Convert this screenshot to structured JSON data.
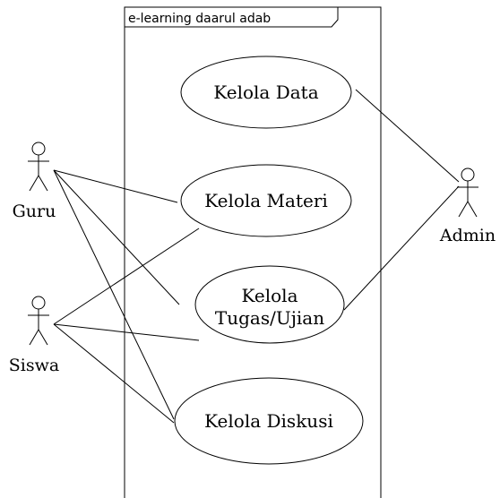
{
  "system": {
    "title": "e-learning daarul adab"
  },
  "actors": {
    "guru": "Guru",
    "siswa": "Siswa",
    "admin": "Admin"
  },
  "use_cases": {
    "kelola_data": "Kelola Data",
    "kelola_materi": "Kelola Materi",
    "kelola_tugas_line1": "Kelola",
    "kelola_tugas_line2": "Tugas/Ujian",
    "kelola_diskusi": "Kelola Diskusi"
  },
  "associations": [
    {
      "actor": "Guru",
      "use_case": "Kelola Materi"
    },
    {
      "actor": "Guru",
      "use_case": "Kelola Tugas/Ujian"
    },
    {
      "actor": "Guru",
      "use_case": "Kelola Diskusi"
    },
    {
      "actor": "Siswa",
      "use_case": "Kelola Materi"
    },
    {
      "actor": "Siswa",
      "use_case": "Kelola Tugas/Ujian"
    },
    {
      "actor": "Siswa",
      "use_case": "Kelola Diskusi"
    },
    {
      "actor": "Admin",
      "use_case": "Kelola Data"
    },
    {
      "actor": "Admin",
      "use_case": "Kelola Tugas/Ujian"
    }
  ]
}
